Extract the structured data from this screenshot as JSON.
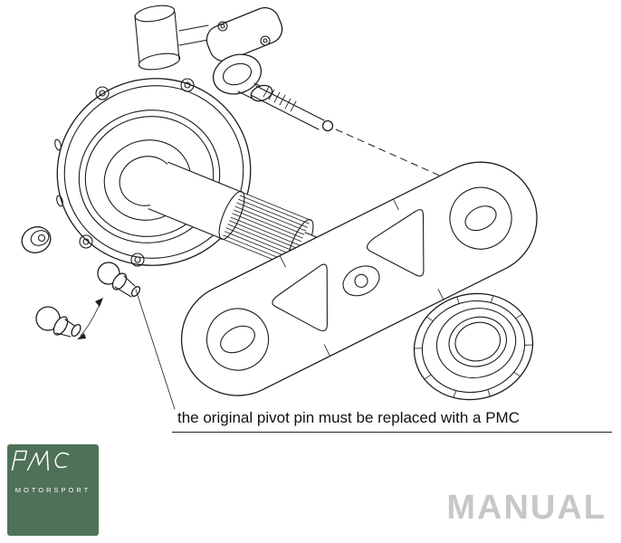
{
  "caption": {
    "text": "the original pivot pin must be replaced with a PMC"
  },
  "logo": {
    "brand": "PMC",
    "subtitle": "MOTORSPORT"
  },
  "watermark": {
    "text": "MANUAL"
  },
  "colors": {
    "line": "#1c1c1c",
    "background": "#ffffff",
    "logo_background": "#4e7157",
    "logo_text": "#ffffff",
    "watermark_gray": "#c7c7c7"
  }
}
